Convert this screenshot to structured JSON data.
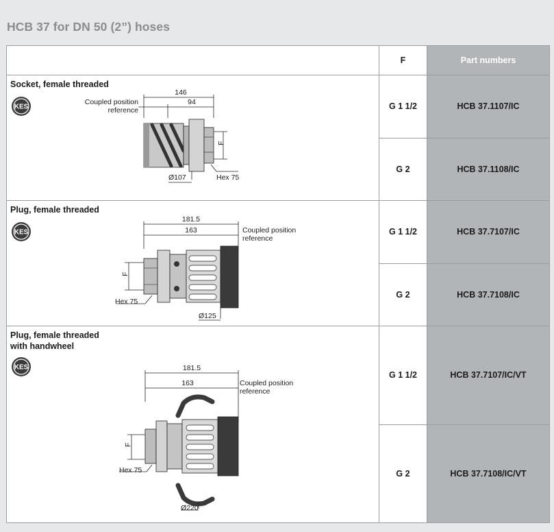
{
  "page": {
    "title": "HCB 37 for DN 50 (2”) hoses"
  },
  "table": {
    "headers": {
      "description": "",
      "f": "F",
      "part_numbers": "Part numbers"
    },
    "logo_text": "KES",
    "groups": [
      {
        "title": "Socket, female threaded",
        "dims": {
          "total": "146",
          "partial": "94",
          "coupled_ref_line1": "Coupled position",
          "coupled_ref_line2": "reference",
          "f_label": "F",
          "hex": "Hex 75",
          "diameter": "Ø107"
        },
        "rows": [
          {
            "f": "G 1 1/2",
            "part_number": "HCB 37.1107/IC"
          },
          {
            "f": "G 2",
            "part_number": "HCB 37.1108/IC"
          }
        ]
      },
      {
        "title": "Plug, female threaded",
        "dims": {
          "total": "181.5",
          "partial": "163",
          "coupled_ref_line1": "Coupled position",
          "coupled_ref_line2": "reference",
          "f_label": "F",
          "hex": "Hex 75",
          "diameter": "Ø125"
        },
        "rows": [
          {
            "f": "G 1 1/2",
            "part_number": "HCB 37.7107/IC"
          },
          {
            "f": "G 2",
            "part_number": "HCB 37.7108/IC"
          }
        ]
      },
      {
        "title": "Plug, female threaded\nwith handwheel",
        "dims": {
          "total": "181.5",
          "partial": "163",
          "coupled_ref_line1": "Coupled position",
          "coupled_ref_line2": "reference",
          "f_label": "F",
          "hex": "Hex 75",
          "diameter": "Ø220"
        },
        "rows": [
          {
            "f": "G 1 1/2",
            "part_number": "HCB 37.7107/IC/VT"
          },
          {
            "f": "G 2",
            "part_number": "HCB 37.7108/IC/VT"
          }
        ]
      }
    ]
  }
}
